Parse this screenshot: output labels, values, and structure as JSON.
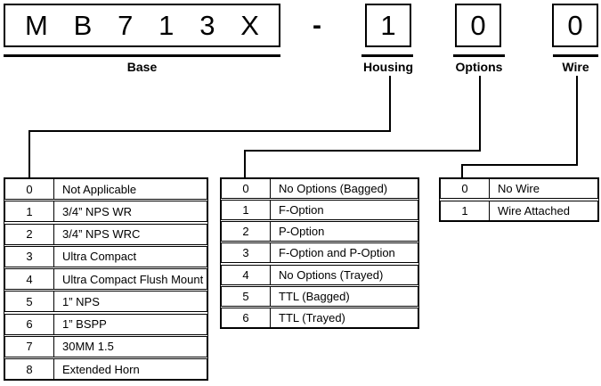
{
  "part_number": {
    "base": {
      "chars": [
        "M",
        "B",
        "7",
        "1",
        "3",
        "X"
      ],
      "label": "Base"
    },
    "separator": "-",
    "housing": {
      "value": "1",
      "label": "Housing"
    },
    "options": {
      "value": "0",
      "label": "Options"
    },
    "wire": {
      "value": "0",
      "label": "Wire"
    }
  },
  "tables": {
    "housing": {
      "rows": [
        {
          "code": "0",
          "label": "Not Applicable"
        },
        {
          "code": "1",
          "label": "3/4” NPS WR"
        },
        {
          "code": "2",
          "label": "3/4” NPS WRC"
        },
        {
          "code": "3",
          "label": "Ultra Compact"
        },
        {
          "code": "4",
          "label": "Ultra Compact Flush Mount"
        },
        {
          "code": "5",
          "label": "1” NPS"
        },
        {
          "code": "6",
          "label": "1” BSPP"
        },
        {
          "code": "7",
          "label": "30MM 1.5"
        },
        {
          "code": "8",
          "label": "Extended Horn"
        }
      ]
    },
    "options": {
      "rows": [
        {
          "code": "0",
          "label": "No Options (Bagged)"
        },
        {
          "code": "1",
          "label": "F-Option"
        },
        {
          "code": "2",
          "label": "P-Option"
        },
        {
          "code": "3",
          "label": "F-Option and P-Option"
        },
        {
          "code": "4",
          "label": "No Options (Trayed)"
        },
        {
          "code": "5",
          "label": "TTL (Bagged)"
        },
        {
          "code": "6",
          "label": "TTL (Trayed)"
        }
      ]
    },
    "wire": {
      "rows": [
        {
          "code": "0",
          "label": "No Wire"
        },
        {
          "code": "1",
          "label": "Wire Attached"
        }
      ]
    }
  },
  "colors": {
    "ink": "#000000",
    "background": "#ffffff"
  }
}
